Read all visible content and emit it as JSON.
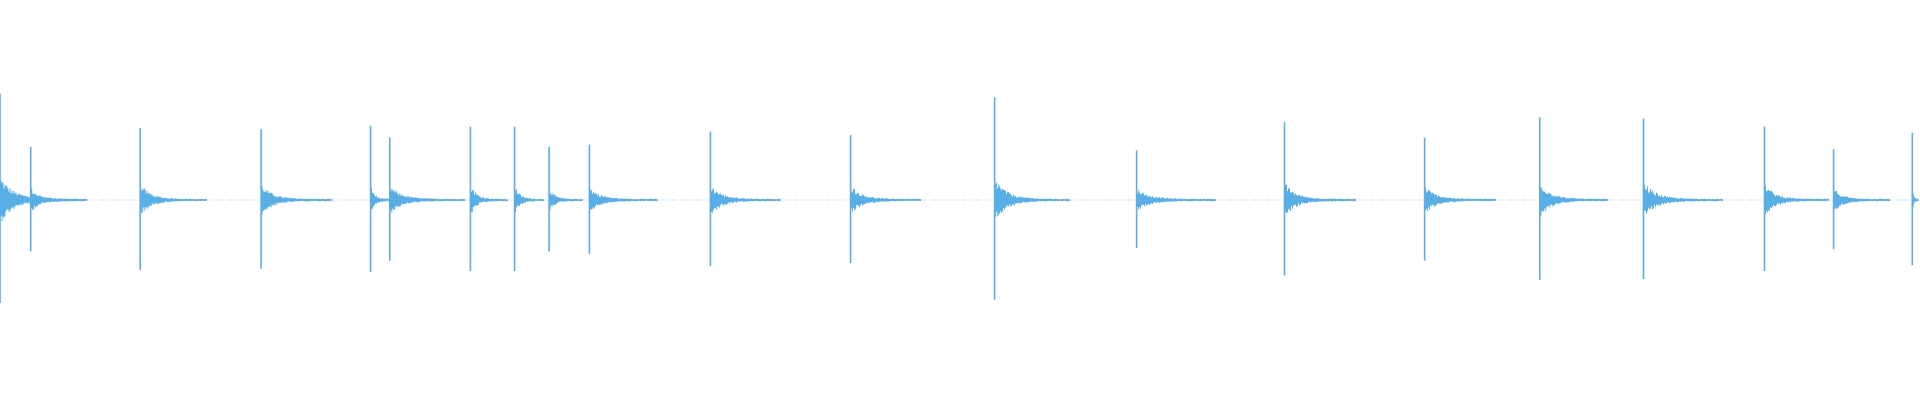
{
  "waveform": {
    "color": "#5aaee6",
    "background": "#ffffff",
    "duration_fraction_scale": "normalized",
    "amplitude_scale": "normalized",
    "onsets": [
      {
        "t": 0.0,
        "peak": 0.9,
        "decay": 0.045
      },
      {
        "t": 0.016,
        "peak": 0.45,
        "decay": 0.03
      },
      {
        "t": 0.073,
        "peak": 0.61,
        "decay": 0.035
      },
      {
        "t": 0.136,
        "peak": 0.6,
        "decay": 0.038
      },
      {
        "t": 0.193,
        "peak": 0.63,
        "decay": 0.012
      },
      {
        "t": 0.203,
        "peak": 0.53,
        "decay": 0.04
      },
      {
        "t": 0.245,
        "peak": 0.62,
        "decay": 0.02
      },
      {
        "t": 0.268,
        "peak": 0.62,
        "decay": 0.016
      },
      {
        "t": 0.286,
        "peak": 0.45,
        "decay": 0.018
      },
      {
        "t": 0.307,
        "peak": 0.47,
        "decay": 0.036
      },
      {
        "t": 0.37,
        "peak": 0.58,
        "decay": 0.037
      },
      {
        "t": 0.443,
        "peak": 0.55,
        "decay": 0.037
      },
      {
        "t": 0.518,
        "peak": 0.87,
        "decay": 0.04
      },
      {
        "t": 0.592,
        "peak": 0.42,
        "decay": 0.042
      },
      {
        "t": 0.669,
        "peak": 0.66,
        "decay": 0.038
      },
      {
        "t": 0.742,
        "peak": 0.53,
        "decay": 0.038
      },
      {
        "t": 0.802,
        "peak": 0.7,
        "decay": 0.036
      },
      {
        "t": 0.856,
        "peak": 0.69,
        "decay": 0.042
      },
      {
        "t": 0.919,
        "peak": 0.62,
        "decay": 0.034
      },
      {
        "t": 0.955,
        "peak": 0.43,
        "decay": 0.03
      },
      {
        "t": 0.996,
        "peak": 0.57,
        "decay": 0.004
      }
    ]
  }
}
